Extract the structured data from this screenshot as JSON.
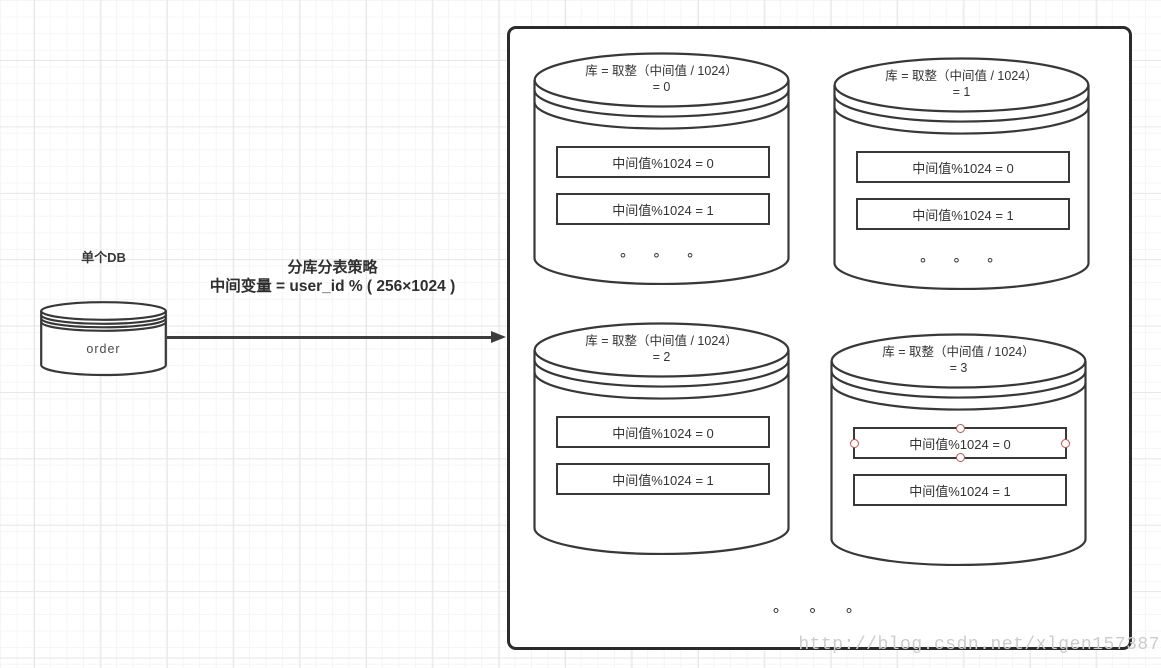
{
  "diagram": {
    "source": {
      "label": "单个DB",
      "name": "order"
    },
    "strategy": {
      "title": "分库分表策略",
      "formula": "中间变量 = user_id % ( 256×1024 )"
    },
    "cluster": {
      "shards": [
        {
          "db_rule_line1": "库 = 取整（中间值 / 1024）",
          "db_rule_line2": "= 0",
          "tables": [
            "中间值%1024 = 0",
            "中间值%1024 = 1"
          ],
          "more": "∘ ∘ ∘"
        },
        {
          "db_rule_line1": "库 = 取整（中间值 / 1024）",
          "db_rule_line2": "= 1",
          "tables": [
            "中间值%1024 = 0",
            "中间值%1024 = 1"
          ],
          "more": "∘ ∘ ∘"
        },
        {
          "db_rule_line1": "库 = 取整（中间值 / 1024）",
          "db_rule_line2": "= 2",
          "tables": [
            "中间值%1024 = 0",
            "中间值%1024 = 1"
          ],
          "more": ""
        },
        {
          "db_rule_line1": "库 = 取整（中间值 / 1024）",
          "db_rule_line2": "= 3",
          "tables": [
            "中间值%1024 = 0",
            "中间值%1024 = 1"
          ],
          "more": ""
        }
      ],
      "more": "∘ ∘ ∘"
    },
    "watermark": "http://blog.csdn.net/xlgen157387",
    "colors": {
      "shape_stroke": "#383838",
      "selection_handle": "#b85450",
      "watermark_gray": "#cccccc"
    }
  }
}
